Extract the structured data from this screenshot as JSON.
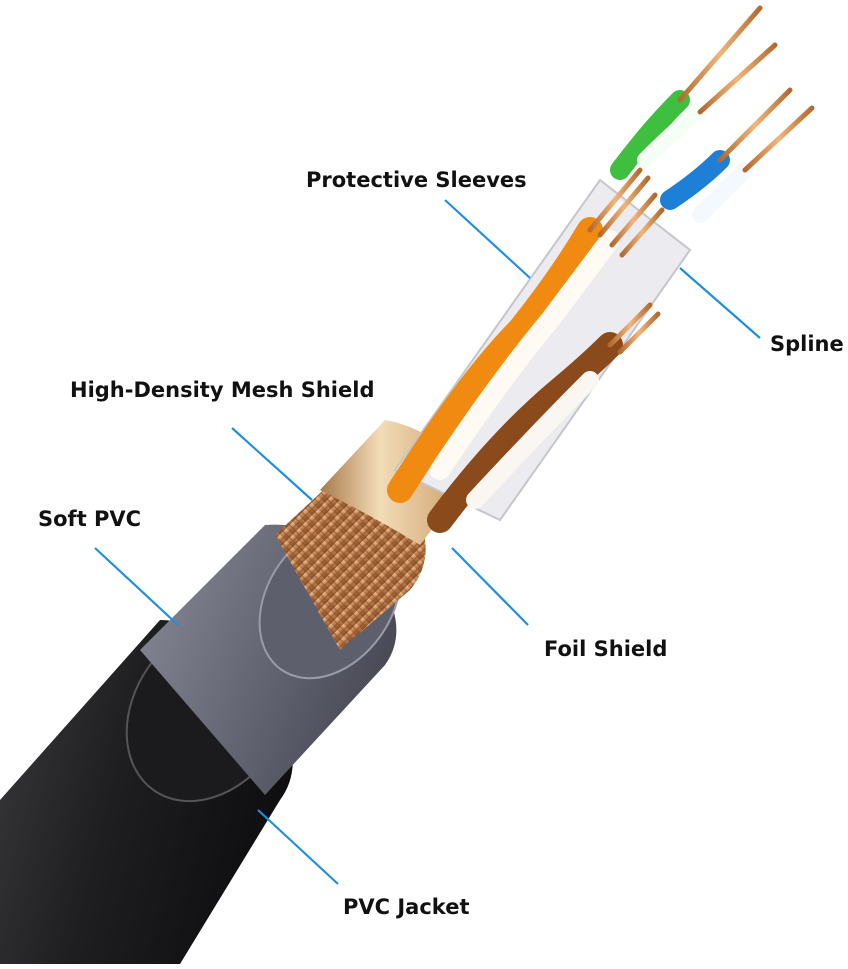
{
  "diagram": {
    "labels": {
      "protective_sleeves": "Protective Sleeves",
      "spline": "Spline",
      "mesh_shield": "High-Density Mesh Shield",
      "soft_pvc": "Soft PVC",
      "foil_shield": "Foil Shield",
      "pvc_jacket": "PVC Jacket"
    }
  },
  "colors": {
    "leader_line": "#1f8fe0",
    "outer_jacket": "#2b2b2d",
    "soft_pvc": "#6f7080",
    "mesh_shield": "#c98c5a",
    "foil_shield": "#d9b48a",
    "spline": "#e6e6ea",
    "pair_orange": "#f08a10",
    "pair_brown": "#8a4a1c",
    "pair_green": "#3fbf3f",
    "pair_blue": "#1d7fd6",
    "copper": "#d9894a"
  }
}
